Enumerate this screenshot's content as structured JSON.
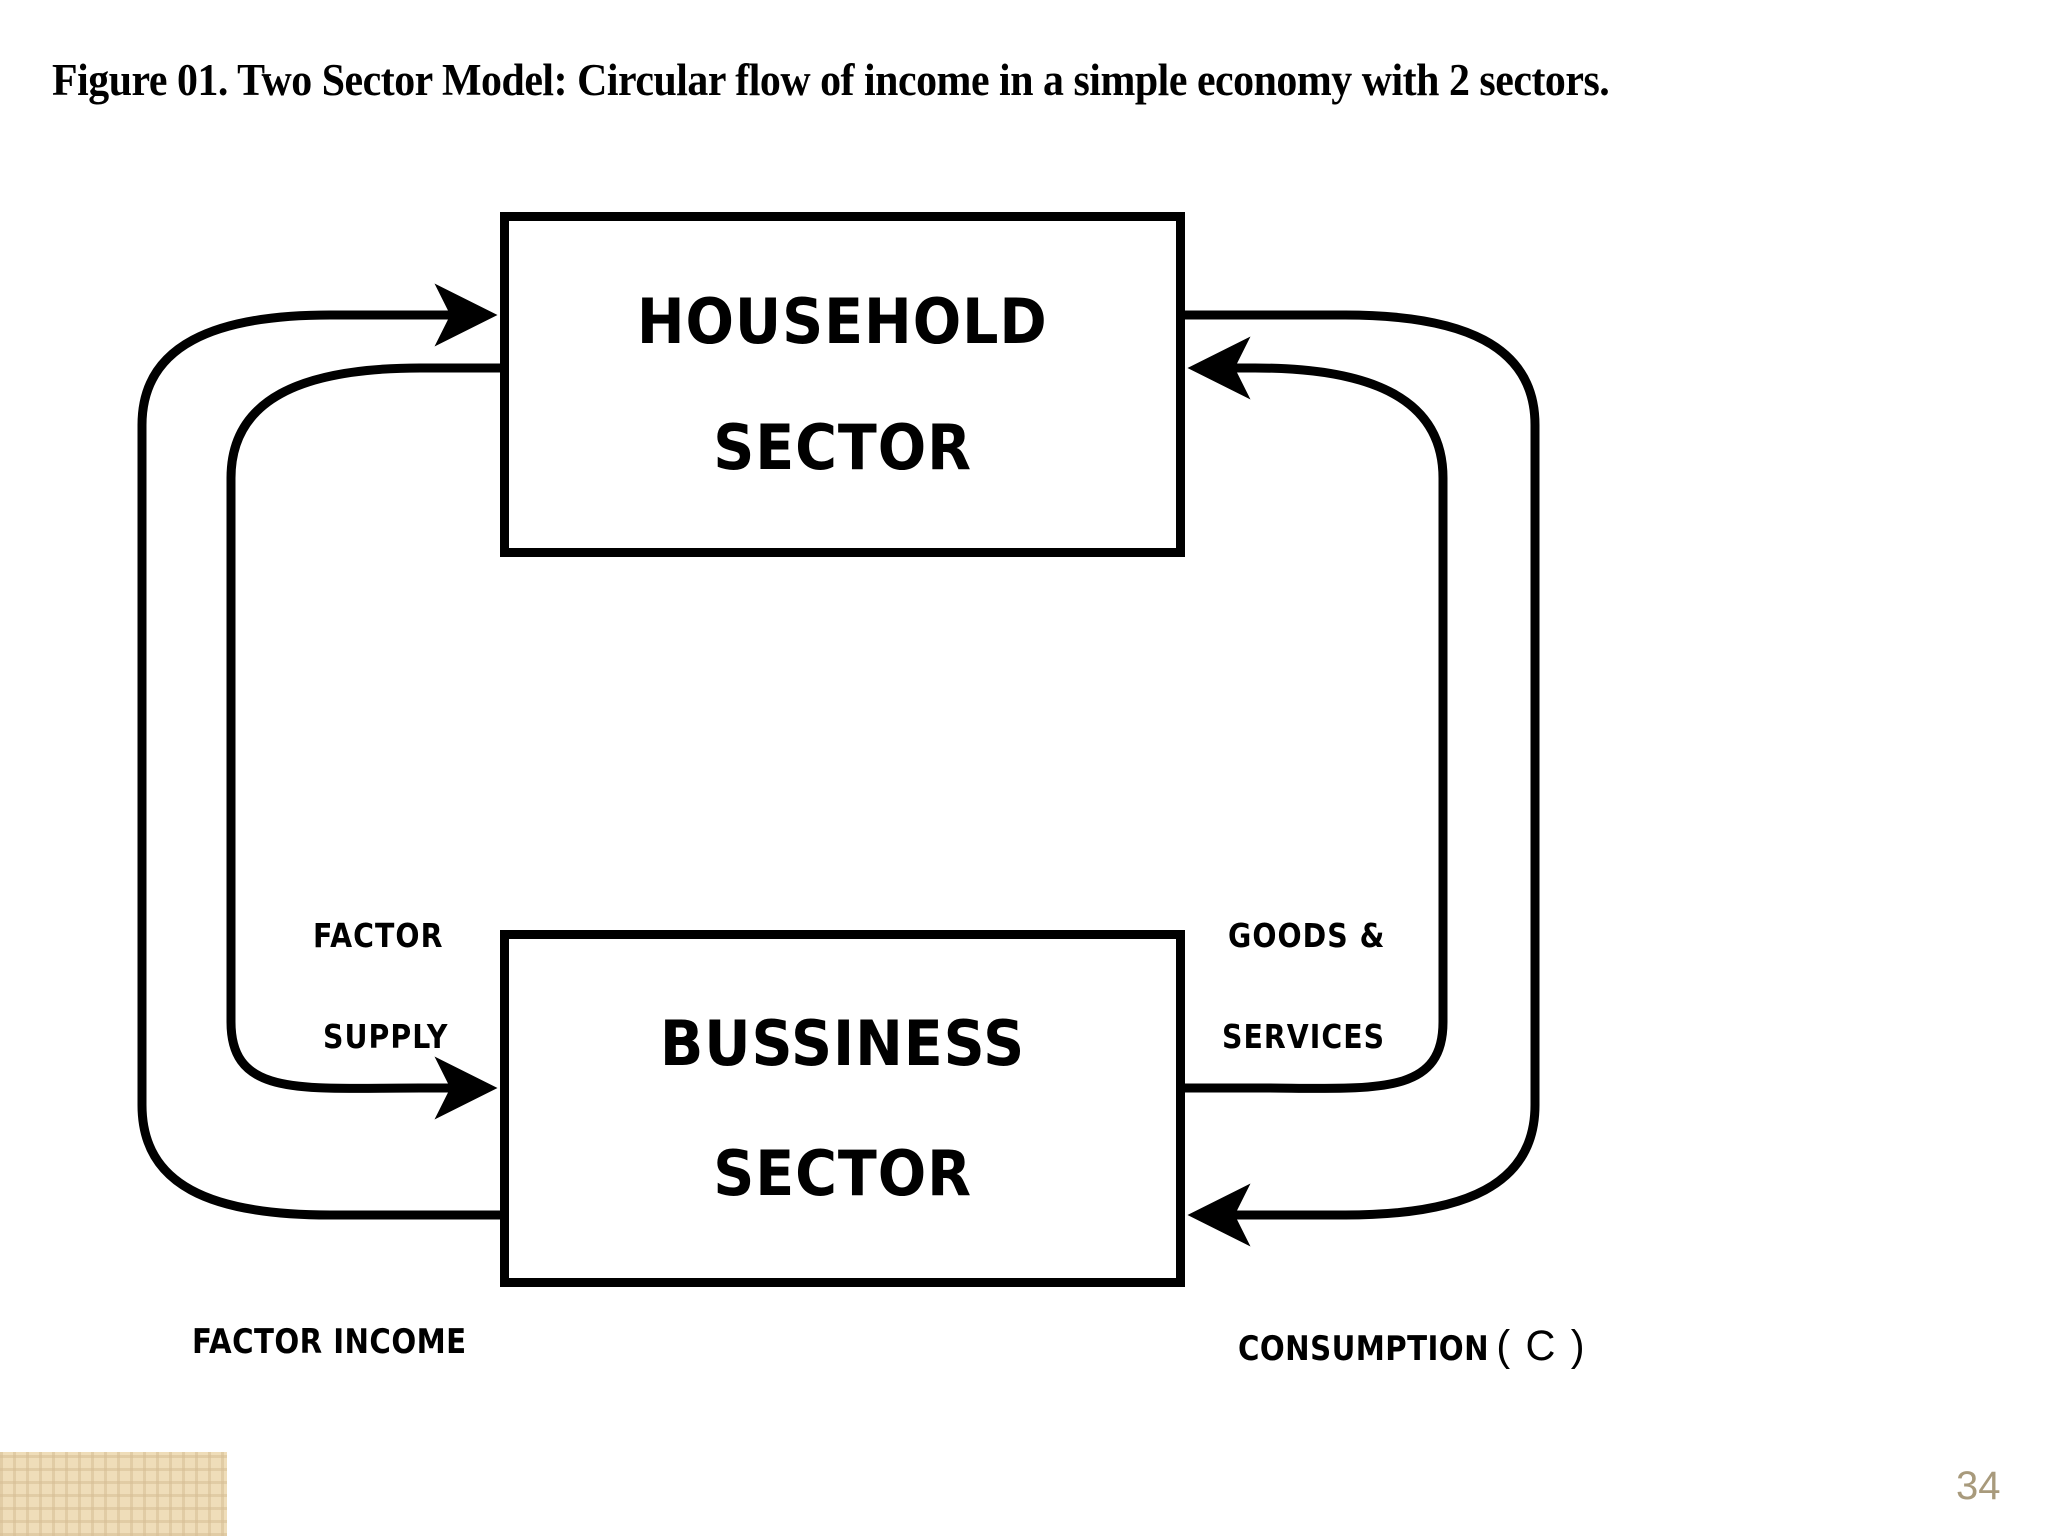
{
  "figure": {
    "title": "Figure 01. Two Sector Model: Circular flow of income in a simple economy with 2 sectors."
  },
  "boxes": {
    "household": {
      "line1": "HOUSEHOLD",
      "line2": "SECTOR"
    },
    "business": {
      "line1": "BUSSINESS",
      "line2": "SECTOR"
    }
  },
  "flow_labels": {
    "factor": "FACTOR",
    "supply": "SUPPLY",
    "goods": "GOODS &",
    "services": "SERVICES",
    "factor_income": "FACTOR INCOME",
    "consumption": "CONSUMPTION",
    "consumption_symbol": "( C )"
  },
  "flows": [
    {
      "name": "factor-income-flow",
      "from": "business-sector",
      "to": "household-sector",
      "side": "left",
      "label": "FACTOR INCOME",
      "arrow_direction": "up-into-household"
    },
    {
      "name": "factor-supply-flow",
      "from": "household-sector",
      "to": "business-sector",
      "side": "left",
      "label": "FACTOR SUPPLY",
      "arrow_direction": "down-into-business"
    },
    {
      "name": "goods-and-services-flow",
      "from": "business-sector",
      "to": "household-sector",
      "side": "right",
      "label": "GOODS & SERVICES",
      "arrow_direction": "up-into-household"
    },
    {
      "name": "consumption-flow",
      "from": "household-sector",
      "to": "business-sector",
      "side": "right",
      "label": "CONSUMPTION ( C )",
      "arrow_direction": "down-into-business"
    }
  ],
  "footer": {
    "page_number": "34",
    "swatch_color": "#efddb9",
    "page_number_color": "#a89a7c"
  },
  "colors": {
    "ink": "#000000",
    "background": "#ffffff"
  }
}
